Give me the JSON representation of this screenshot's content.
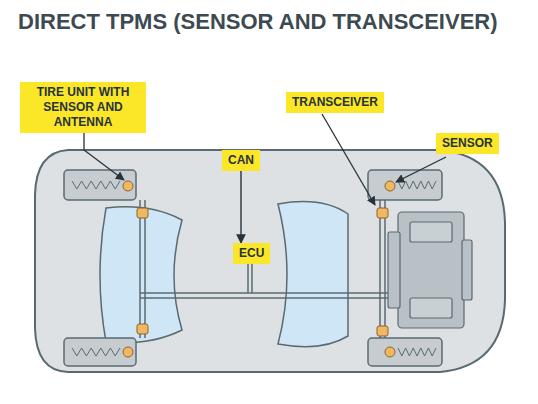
{
  "diagram": {
    "title": "DIRECT TPMS (SENSOR AND TRANSCEIVER)",
    "nodes": [
      {
        "text": [
          "TIRE UNIT WITH SENSOR AND ANTENNA"
        ]
      },
      {
        "text": [
          "TRANSCEIVER"
        ]
      },
      {
        "text": [
          "SENSOR"
        ]
      },
      {
        "text": [
          "CAN"
        ]
      },
      {
        "text": [
          "ECU"
        ]
      }
    ],
    "edges": [
      {
        "from": 3,
        "to": 4,
        "arrow": "to"
      }
    ]
  }
}
